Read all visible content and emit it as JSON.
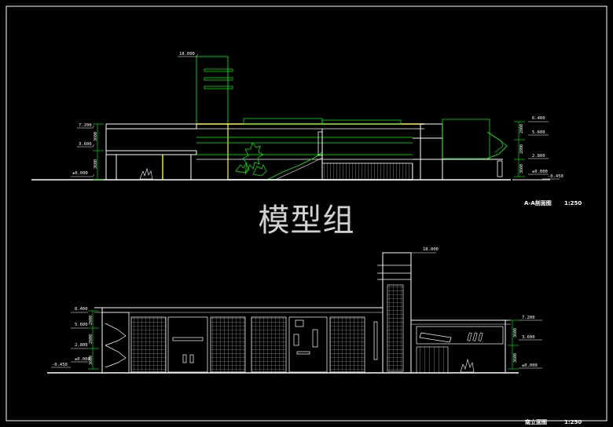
{
  "section": {
    "title": "A-A剖面图",
    "scale": "1:250",
    "elevations": {
      "top": "18.000",
      "left_roof": "7.200",
      "left_floor2": "3.600",
      "left_ground": "±0.000",
      "right_roof": "6.400",
      "right_floor2": "5.600",
      "right_floor1": "2.800",
      "right_ground": "±0.000",
      "right_base": "-0.450"
    },
    "dims": {
      "left_upper": "3600",
      "left_lower": "3600",
      "right_top": "2800",
      "right_mid": "2800",
      "right_low": "3600"
    }
  },
  "elevation": {
    "title": "南立面图",
    "scale": "1:250",
    "elevations": {
      "top": "18.000",
      "left_roof": "8.400",
      "left_5600": "5.600",
      "left_2800": "2.800",
      "left_ground": "±0.000",
      "left_base": "-0.450",
      "right_roof": "7.200",
      "right_mid": "3.600",
      "right_ground": "±0.000"
    },
    "dims": {
      "left_a": "2800",
      "left_b": "2800",
      "left_c": "3600",
      "right_a": "3600",
      "right_b": "3600"
    }
  },
  "watermark": "模型组",
  "colors": {
    "background": "#000000",
    "line": "#ffffff",
    "green": "#00ff00",
    "yellow": "#ffff00",
    "frame": "#ffffff"
  }
}
